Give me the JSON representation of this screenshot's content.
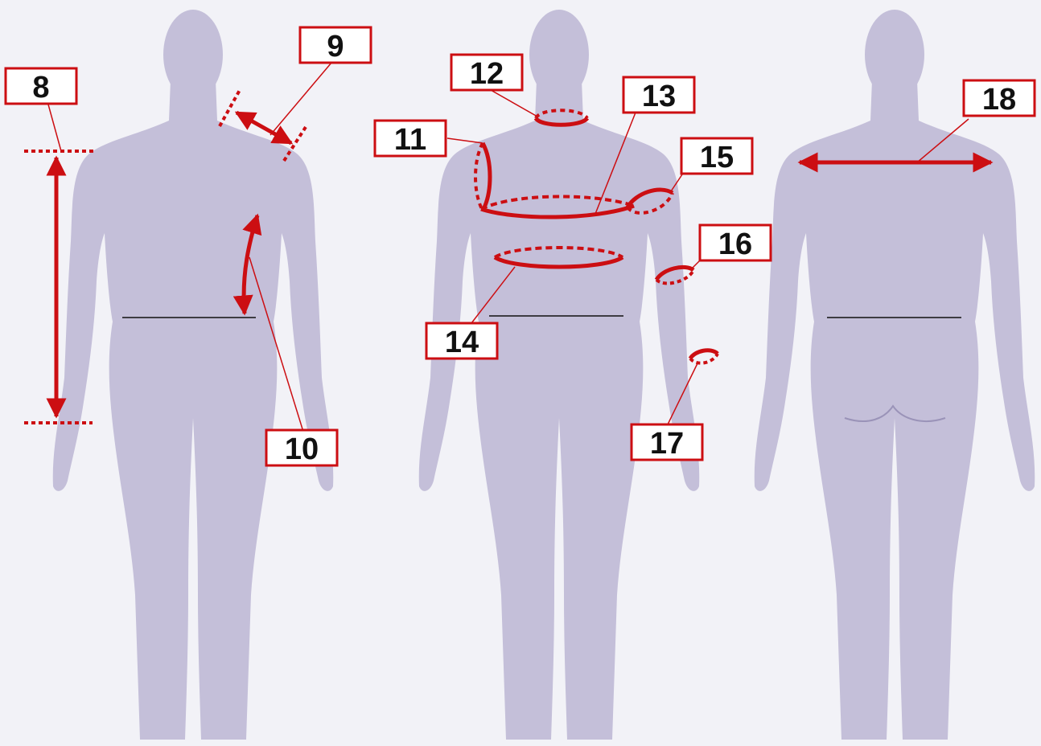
{
  "colors": {
    "background": "#f2f2f7",
    "figure": "#c4bfd9",
    "marker": "#cc0e12",
    "label_text": "#111111",
    "label_fill": "#ffffff"
  },
  "figures": [
    {
      "view": "back"
    },
    {
      "view": "front"
    },
    {
      "view": "back"
    }
  ],
  "labels": [
    {
      "id": "label-8",
      "text": "8"
    },
    {
      "id": "label-9",
      "text": "9"
    },
    {
      "id": "label-10",
      "text": "10"
    },
    {
      "id": "label-11",
      "text": "11"
    },
    {
      "id": "label-12",
      "text": "12"
    },
    {
      "id": "label-13",
      "text": "13"
    },
    {
      "id": "label-14",
      "text": "14"
    },
    {
      "id": "label-15",
      "text": "15"
    },
    {
      "id": "label-16",
      "text": "16"
    },
    {
      "id": "label-17",
      "text": "17"
    },
    {
      "id": "label-18",
      "text": "18"
    }
  ]
}
